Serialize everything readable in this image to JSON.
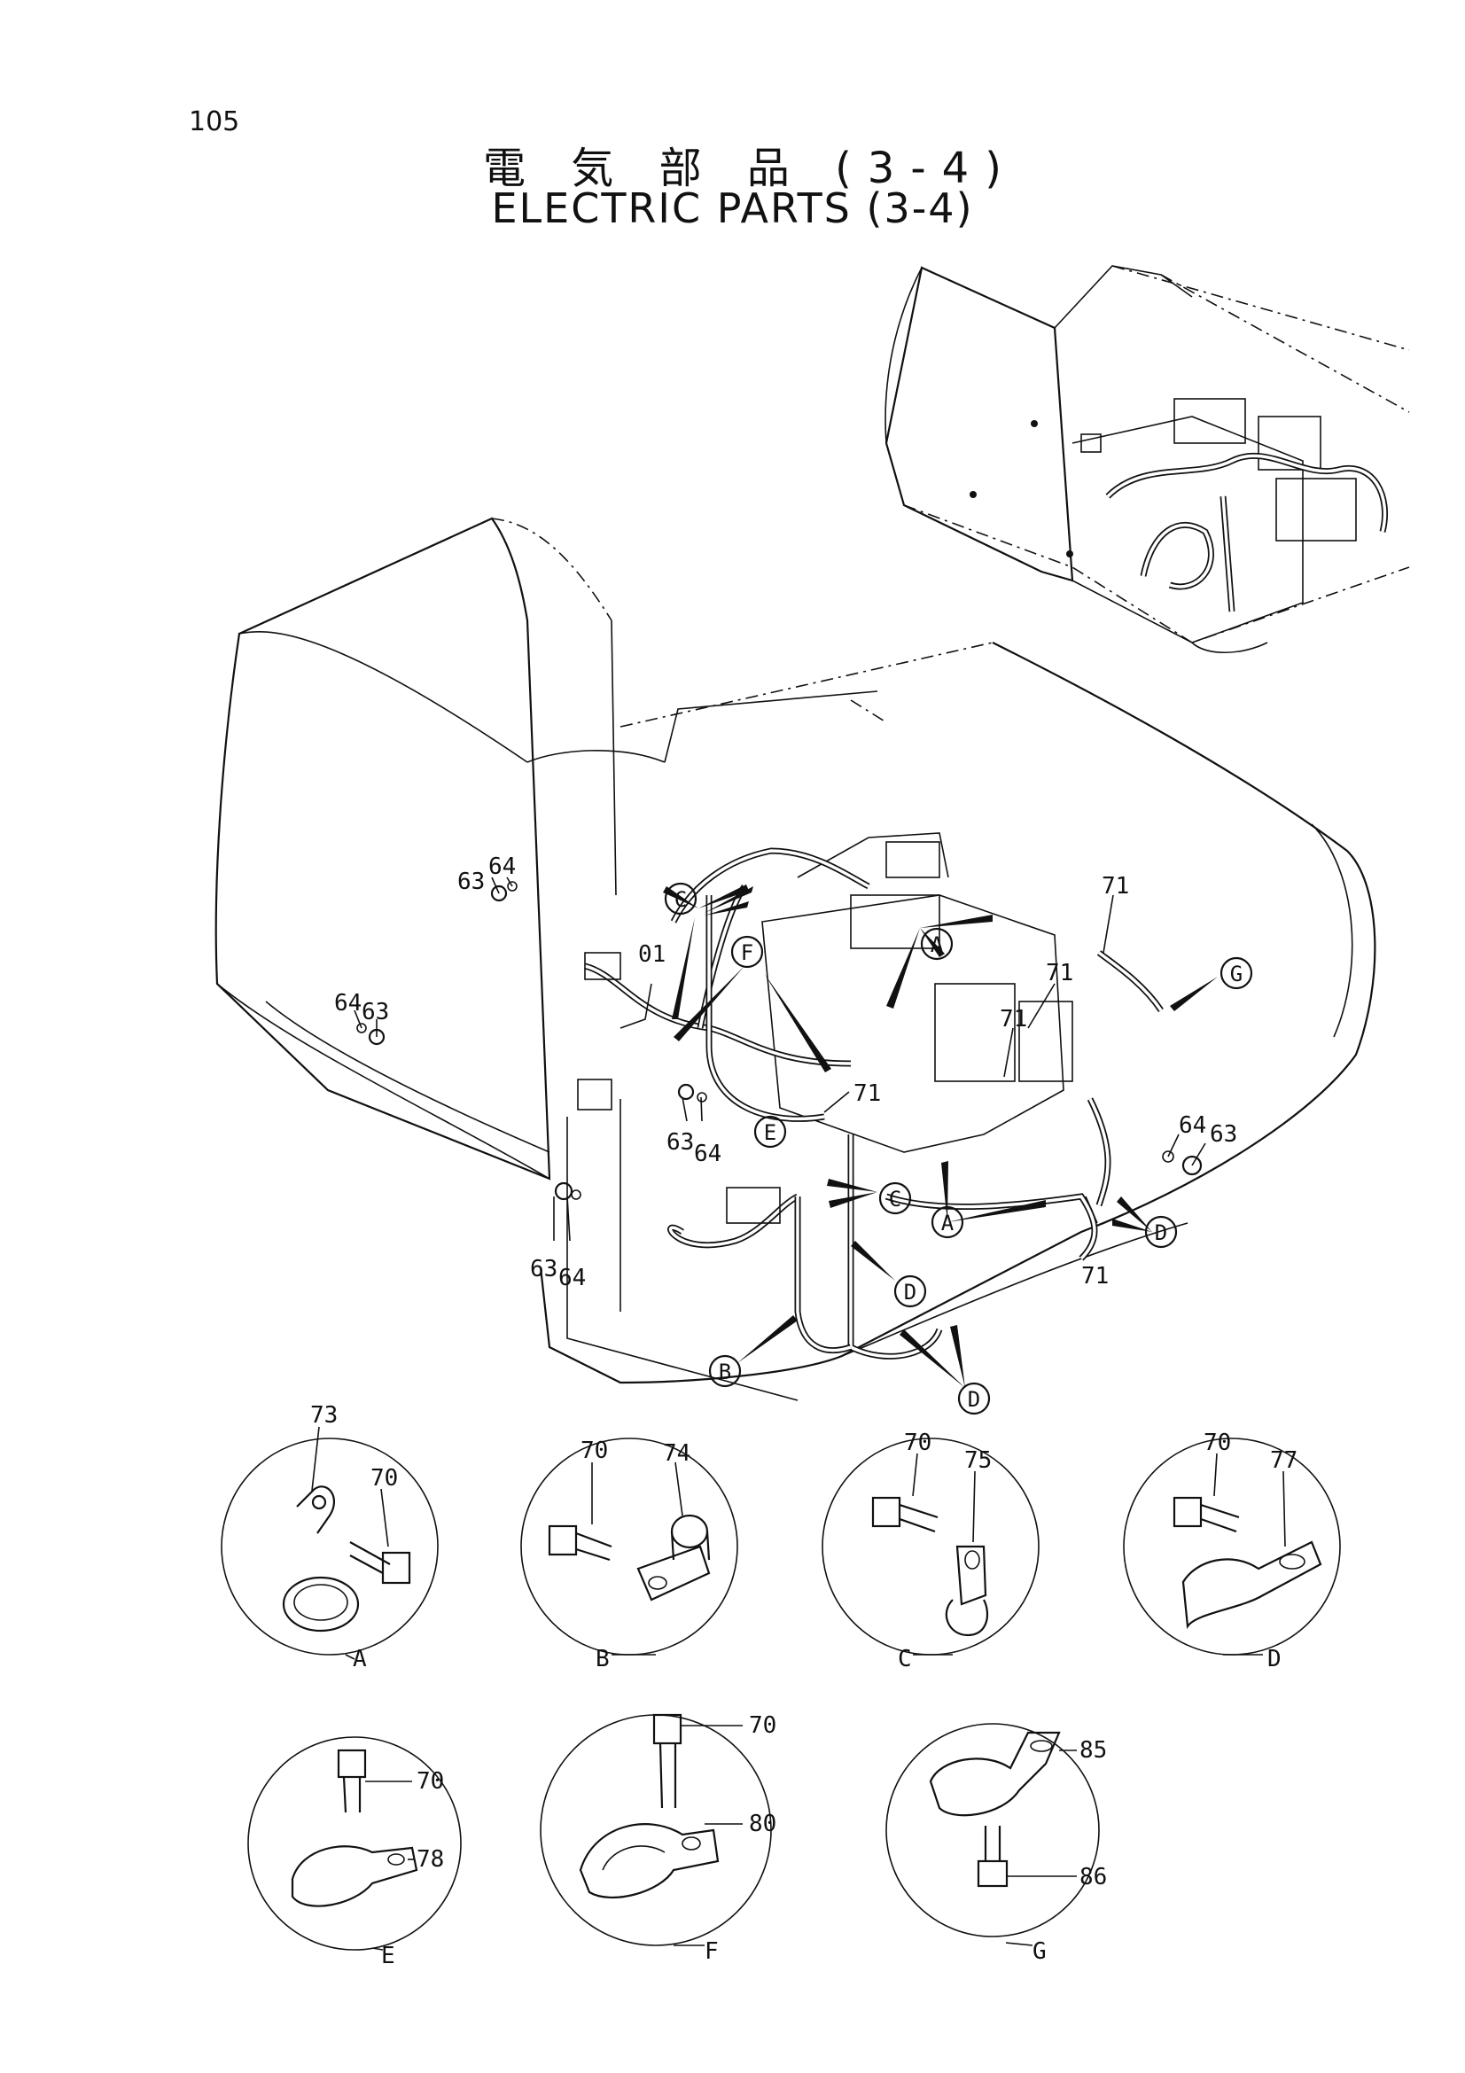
{
  "page": {
    "number": "105",
    "title_jp": "電 気 部 品 (3-4)",
    "title_en": "ELECTRIC PARTS (3-4)"
  },
  "callouts": {
    "c1": "63",
    "c2": "64",
    "c3": "64",
    "c4": "63",
    "c5": "01",
    "c6": "71",
    "c7": "71",
    "c8": "71",
    "c9": "71",
    "c10": "71",
    "c11": "63",
    "c12": "64",
    "c13": "64",
    "c14": "63",
    "c15": "63",
    "c16": "64"
  },
  "markers": {
    "A1": "A",
    "A2": "A",
    "B1": "B",
    "C1": "C",
    "C2": "C",
    "D1": "D",
    "D2": "D",
    "D3": "D",
    "E1": "E",
    "F1": "F",
    "G1": "G"
  },
  "details": [
    {
      "label": "A",
      "parts": [
        "73",
        "70"
      ]
    },
    {
      "label": "B",
      "parts": [
        "70",
        "74"
      ]
    },
    {
      "label": "C",
      "parts": [
        "70",
        "75"
      ]
    },
    {
      "label": "D",
      "parts": [
        "70",
        "77"
      ]
    },
    {
      "label": "E",
      "parts": [
        "70",
        "78"
      ]
    },
    {
      "label": "F",
      "parts": [
        "70",
        "80"
      ]
    },
    {
      "label": "G",
      "parts": [
        "85",
        "86"
      ]
    }
  ]
}
